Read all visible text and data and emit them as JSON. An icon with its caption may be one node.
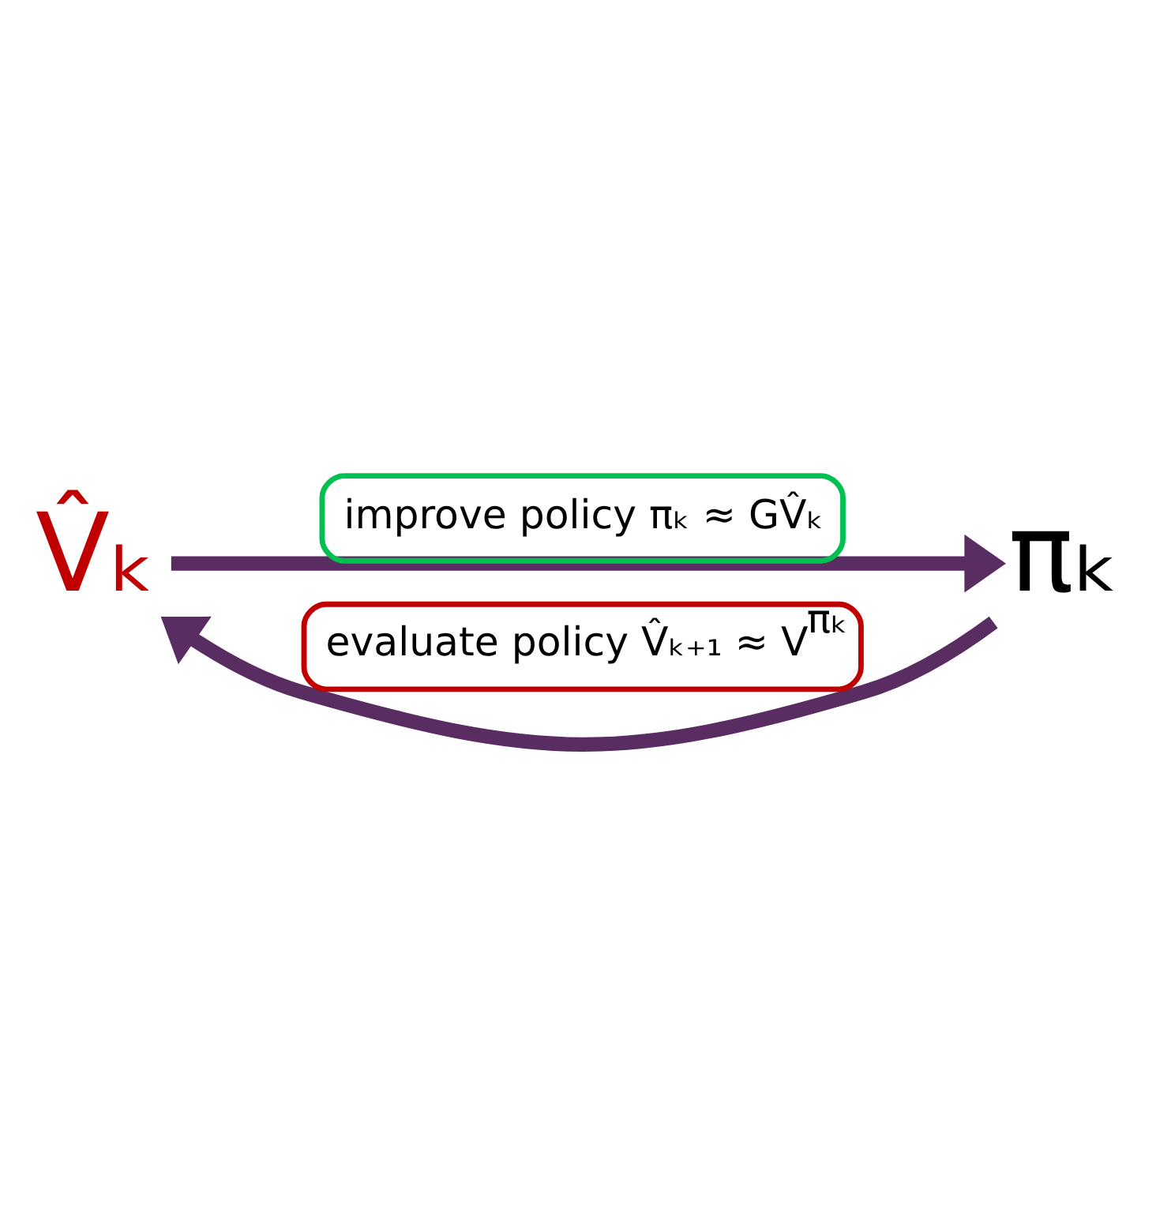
{
  "diagram": {
    "nodes": [
      {
        "text": [
          "V̂ₖ"
        ]
      },
      {
        "text": [
          "πₖ"
        ]
      }
    ],
    "edges": [
      {
        "from": 0,
        "to": 1,
        "arrow": "to",
        "label": "improve policy πₖ ≈ GV̂ₖ"
      },
      {
        "from": 1,
        "to": 0,
        "arrow": "to",
        "label": "evaluate policy V̂ₖ₊₁ ≈ V$^{πₖ}$"
      }
    ]
  }
}
